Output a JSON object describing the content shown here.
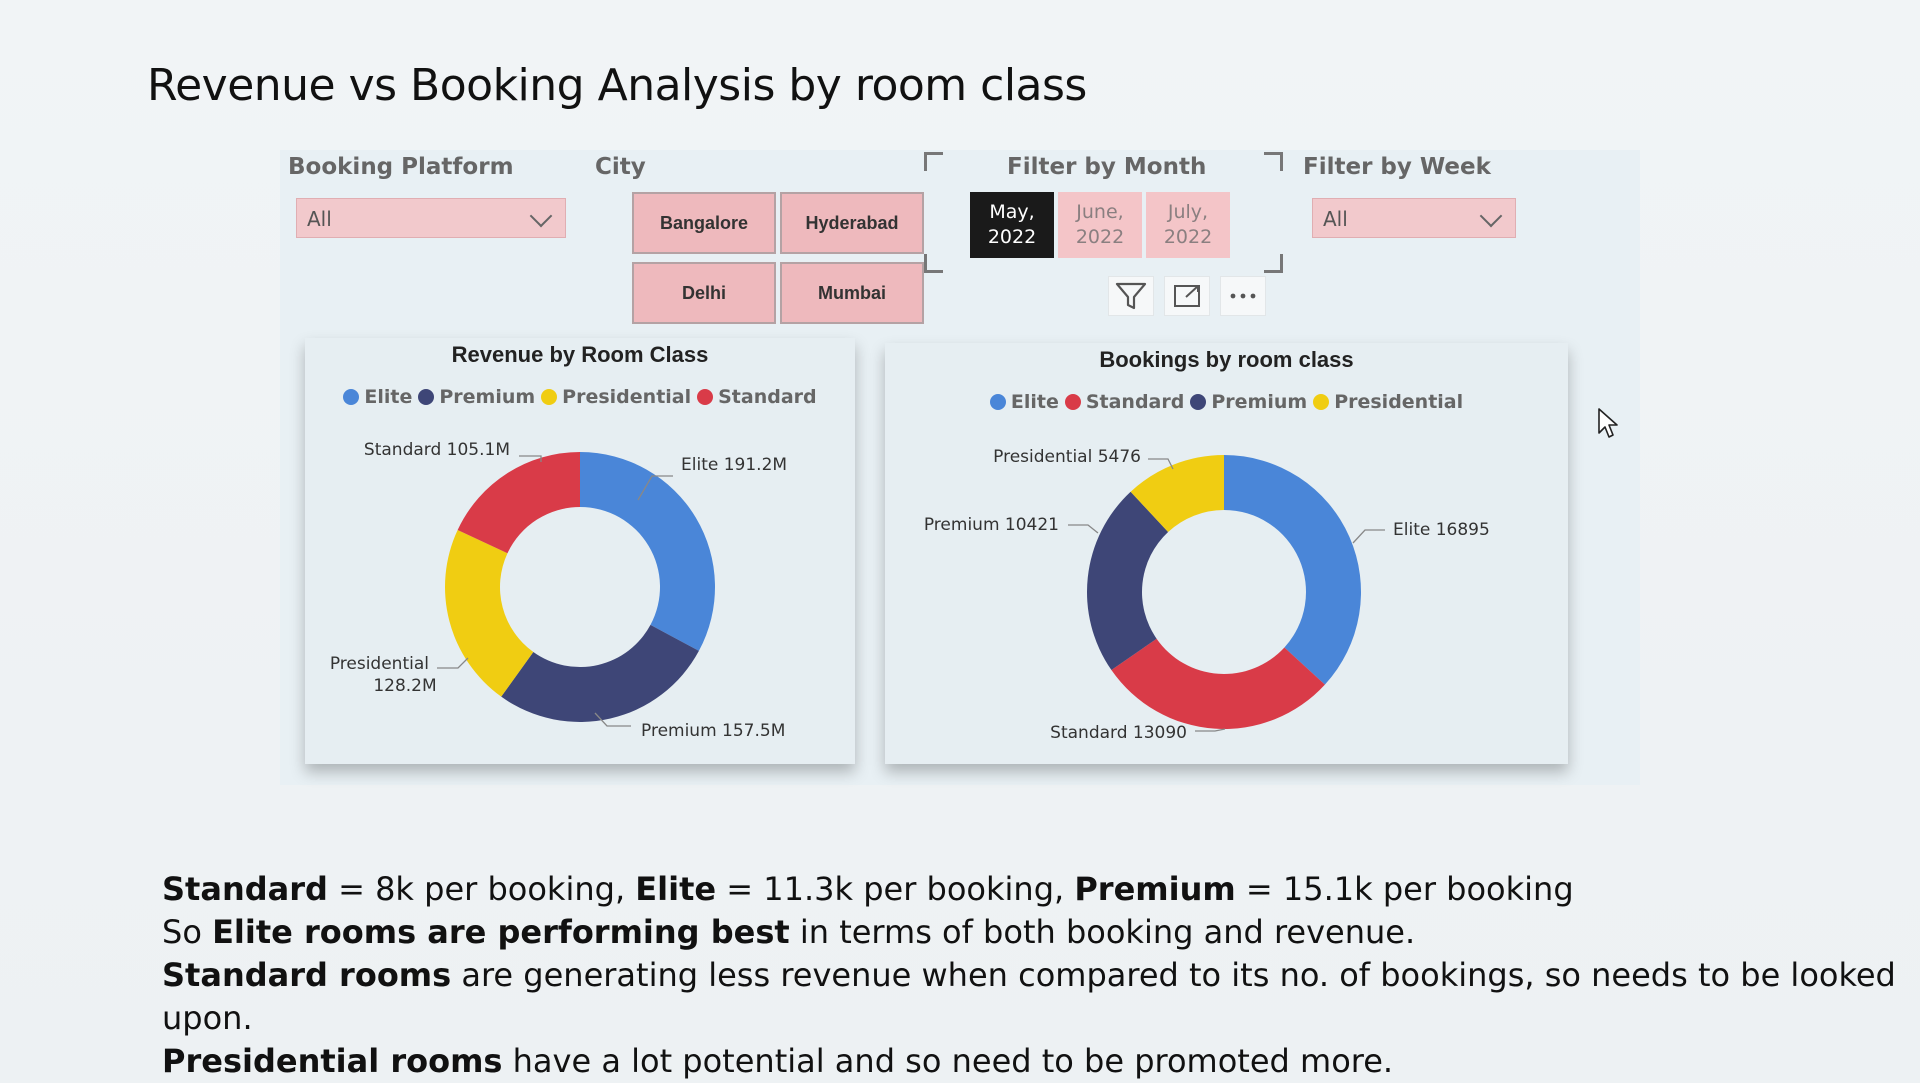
{
  "slide": {
    "title": "Revenue vs Booking Analysis by room class"
  },
  "filters": {
    "booking_platform": {
      "label": "Booking Platform",
      "value": "All"
    },
    "city": {
      "label": "City",
      "options": [
        "Bangalore",
        "Hyderabad",
        "Delhi",
        "Mumbai"
      ]
    },
    "month": {
      "label": "Filter by Month",
      "options": [
        {
          "line1": "May,",
          "line2": "2022",
          "selected": true
        },
        {
          "line1": "June,",
          "line2": "2022",
          "selected": false
        },
        {
          "line1": "July,",
          "line2": "2022",
          "selected": false
        }
      ]
    },
    "week": {
      "label": "Filter by Week",
      "value": "All"
    }
  },
  "toolbar": {
    "icons": [
      "filter-icon",
      "focus-mode-icon",
      "more-options-icon"
    ]
  },
  "colors": {
    "Elite": "#4a86d8",
    "Premium": "#3e4677",
    "Presidential": "#f0cd12",
    "Standard": "#d93b48"
  },
  "chart_data": [
    {
      "type": "pie",
      "title": "Revenue by Room Class",
      "legend": [
        "Elite",
        "Premium",
        "Presidential",
        "Standard"
      ],
      "legend_position": "top",
      "categories": [
        "Elite",
        "Premium",
        "Presidential",
        "Standard"
      ],
      "values": [
        191.2,
        157.5,
        128.2,
        105.1
      ],
      "data_labels": [
        "Elite 191.2M",
        "Premium 157.5M",
        "Presidential 128.2M",
        "Standard 105.1M"
      ],
      "unit": "M"
    },
    {
      "type": "pie",
      "title": "Bookings by room class",
      "legend": [
        "Elite",
        "Standard",
        "Premium",
        "Presidential"
      ],
      "legend_position": "top",
      "categories": [
        "Elite",
        "Standard",
        "Premium",
        "Presidential"
      ],
      "values": [
        16895,
        13090,
        10421,
        5476
      ],
      "data_labels": [
        "Elite 16895",
        "Standard 13090",
        "Premium 10421",
        "Presidential 5476"
      ]
    }
  ],
  "notes": {
    "line1": [
      {
        "b": "Standard"
      },
      {
        "t": " = 8k per booking, "
      },
      {
        "b": "Elite"
      },
      {
        "t": " = 11.3k per booking, "
      },
      {
        "b": "Premium"
      },
      {
        "t": " = 15.1k per booking"
      }
    ],
    "line2": [
      {
        "t": "So "
      },
      {
        "b": "Elite rooms are performing best"
      },
      {
        "t": " in terms of both booking and revenue."
      }
    ],
    "line3": [
      {
        "b": "Standard rooms"
      },
      {
        "t": " are generating less revenue when compared to its no. of bookings, so needs to be looked upon."
      }
    ],
    "line4": [
      {
        "b": "Presidential rooms"
      },
      {
        "t": " have a lot potential and so need to be promoted more."
      }
    ]
  }
}
